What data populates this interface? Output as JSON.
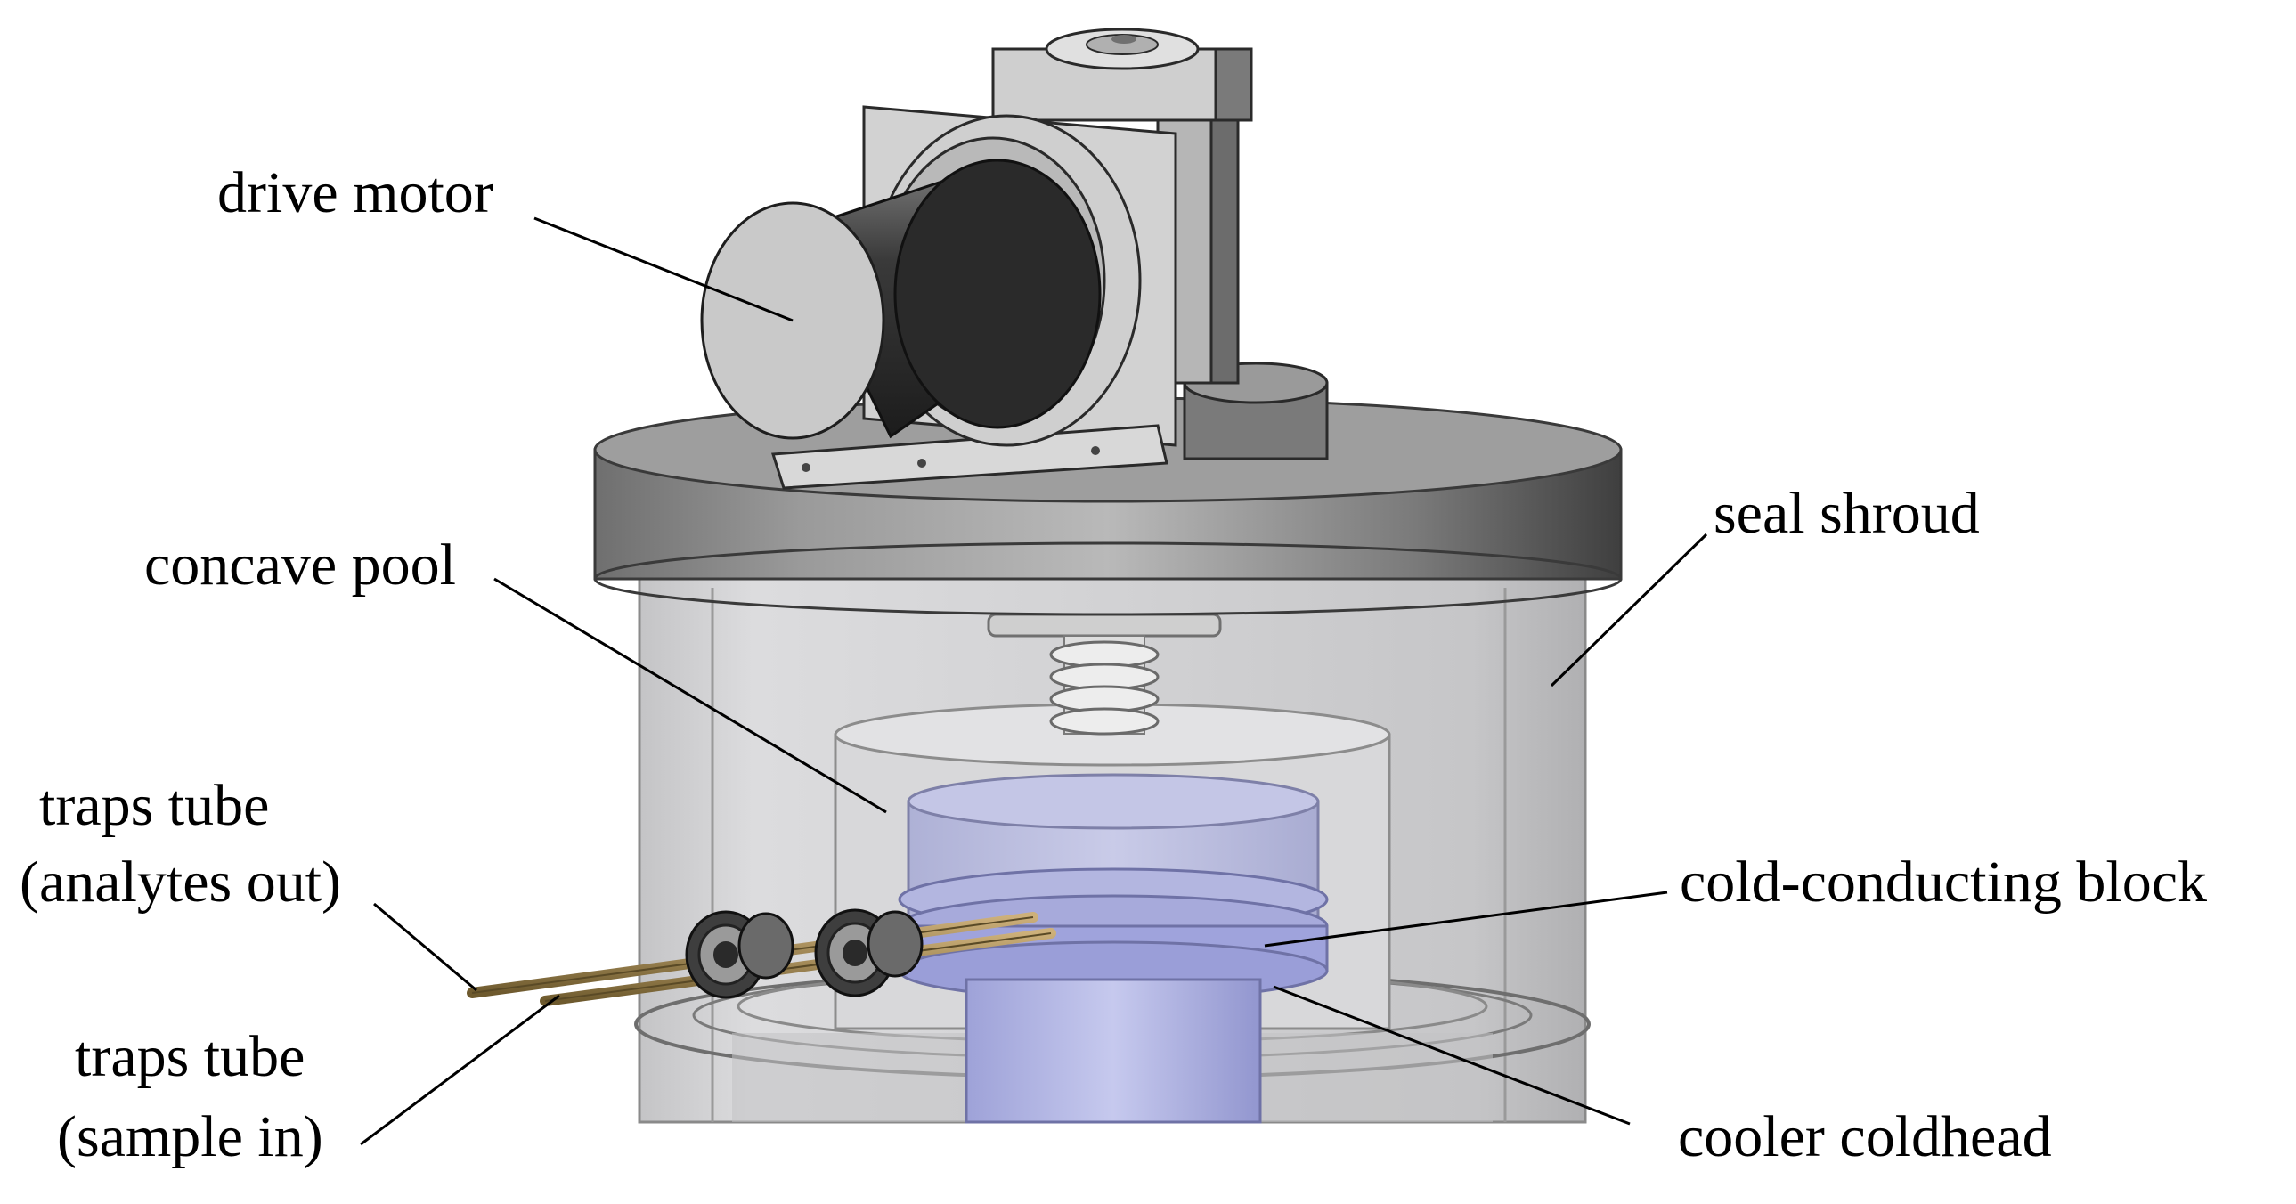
{
  "labels": {
    "drive_motor": "drive motor",
    "seal_shroud": "seal shroud",
    "concave_pool": "concave pool",
    "traps_tube_out_line1": "traps tube",
    "traps_tube_out_line2": "(analytes out)",
    "cold_conducting_block": "cold-conducting block",
    "traps_tube_in_line1": "traps tube",
    "traps_tube_in_line2": "(sample in)",
    "cooler_coldhead": "cooler coldhead"
  },
  "colors": {
    "background": "#ffffff",
    "label_text": "#000000",
    "leader_line": "#000000",
    "metal_light": "#c9c9c9",
    "metal_dark": "#4a4a4a",
    "motor_body": "#2e2e2e",
    "shroud_glass": "#d4d4d6",
    "block_blue": "#b4b8de",
    "coldhead_blue": "#a4a8e0",
    "brass_tube": "#a08650"
  }
}
